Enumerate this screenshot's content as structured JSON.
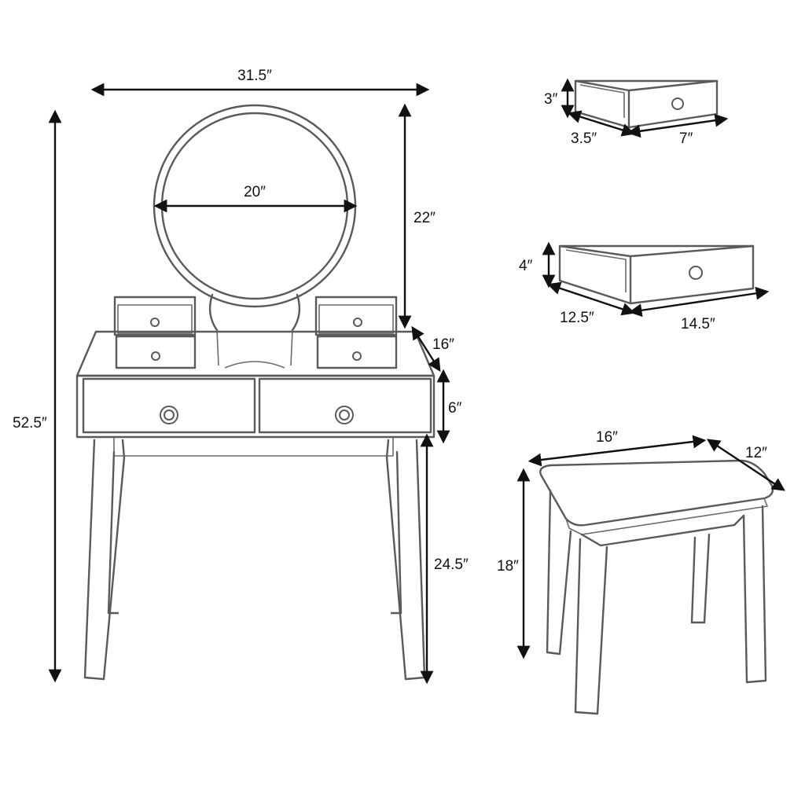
{
  "dimensions": {
    "table_width": "31.5″",
    "total_height": "52.5″",
    "mirror_diameter": "20″",
    "mirror_height": "22″",
    "table_depth": "16″",
    "drawer_front_height": "6″",
    "leg_height": "24.5″",
    "small_drawer_height": "3″",
    "small_drawer_depth": "3.5″",
    "small_drawer_width": "7″",
    "large_drawer_height": "4″",
    "large_drawer_depth": "12.5″",
    "large_drawer_width": "14.5″",
    "stool_width": "16″",
    "stool_depth": "12″",
    "stool_height": "18″"
  }
}
